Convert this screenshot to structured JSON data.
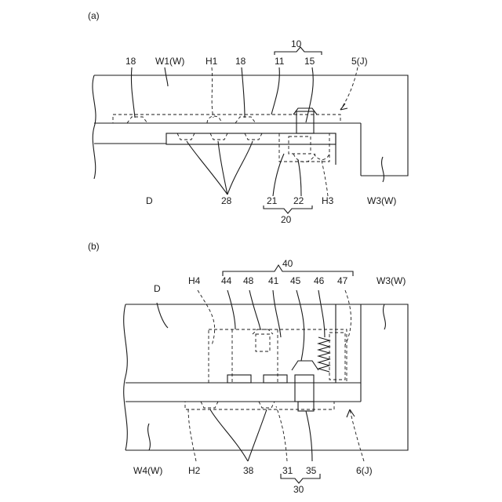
{
  "panel_a": {
    "caption": "(a)",
    "labels": {
      "l18a": "18",
      "w1": "W1(W)",
      "h1": "H1",
      "l18b": "18",
      "l10": "10",
      "l11": "11",
      "l15": "15",
      "l5j": "5(J)",
      "d": "D",
      "l28": "28",
      "l21": "21",
      "l22": "22",
      "h3": "H3",
      "w3": "W3(W)",
      "l20": "20"
    }
  },
  "panel_b": {
    "caption": "(b)",
    "labels": {
      "l40": "40",
      "d": "D",
      "h4": "H4",
      "l44": "44",
      "l48": "48",
      "l41": "41",
      "l45": "45",
      "l46": "46",
      "l47": "47",
      "w3": "W3(W)",
      "w4": "W4(W)",
      "h2": "H2",
      "l38": "38",
      "l31": "31",
      "l35": "35",
      "l6j": "6(J)",
      "l30": "30"
    }
  }
}
